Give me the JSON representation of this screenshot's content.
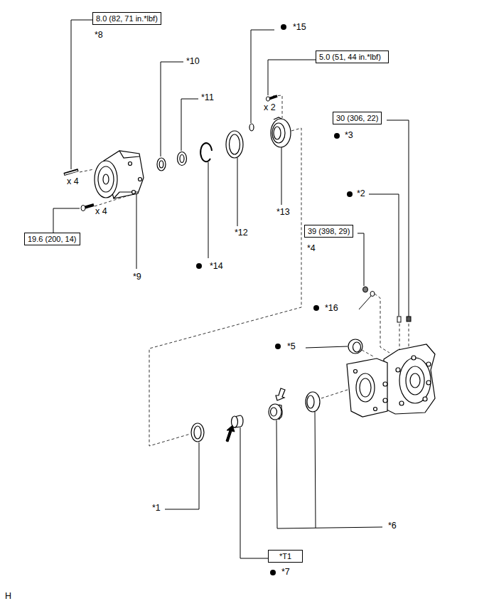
{
  "diagram": {
    "nodes": [
      {
        "text": [
          "8.0 (82, 71 in.*lbf)"
        ]
      },
      {
        "text": [
          "5.0 (51, 44 in.*lbf)"
        ]
      },
      {
        "text": [
          "30 (306, 22)"
        ]
      },
      {
        "text": [
          "39 (398, 29)"
        ]
      },
      {
        "text": [
          "19.6 (200, 14)"
        ]
      },
      {
        "text": [
          "*T1"
        ]
      }
    ],
    "labels": [
      "*8",
      "*10",
      "*11",
      "*15",
      "x 2",
      "*3",
      "*2",
      "*4",
      "*16",
      "*5",
      "x 4",
      "x 4",
      "*9",
      "*14",
      "*12",
      "*13",
      "*1",
      "*6",
      "*7",
      "H"
    ]
  }
}
